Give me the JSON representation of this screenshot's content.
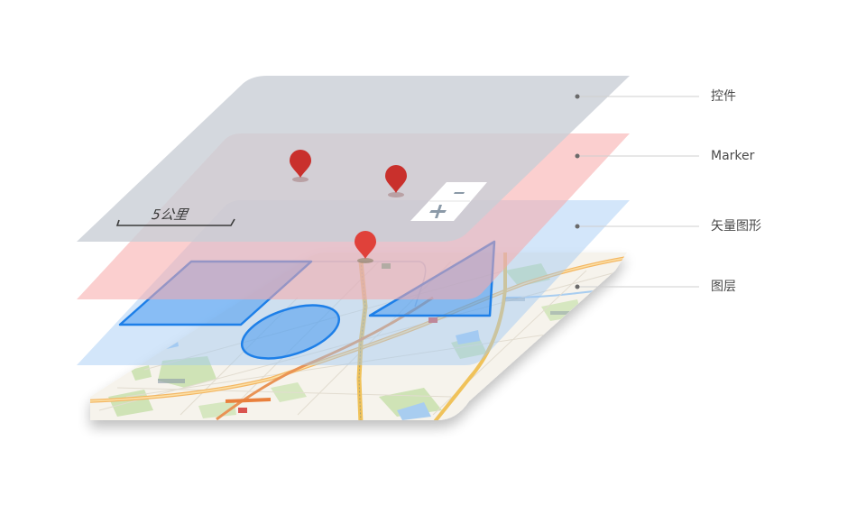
{
  "legend": {
    "controls_label": "控件",
    "marker_label": "Marker",
    "vector_label": "矢量图形",
    "layer_label": "图层"
  },
  "controls_layer": {
    "scale_text": "5公里",
    "zoom_in_symbol": "+",
    "zoom_out_symbol": "−"
  },
  "colors": {
    "controls_plane": "#c9ced6",
    "marker_plane": "#f7a8a8",
    "vector_plane": "#9ec8f5",
    "map_base": "#f6f3ec",
    "vector_fill": "#2d8bf0",
    "vector_stroke": "#1d7fe8",
    "marker_pin": "#c9302c",
    "leader_line": "#cfcfcf",
    "leader_dot": "#6a6a6a"
  },
  "icons": [
    "map-pin-icon",
    "zoom-in-icon",
    "zoom-out-icon",
    "scale-bar-icon"
  ]
}
